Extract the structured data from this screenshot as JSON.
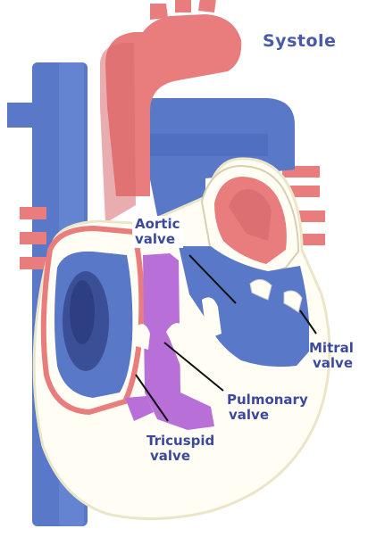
{
  "title": "Systole",
  "labels": {
    "aortic_valve": [
      "Aortic",
      "valve"
    ],
    "mitral_valve": [
      "Mitral",
      "valve"
    ],
    "pulmonary_valve": [
      "Pulmonary",
      "valve"
    ],
    "tricuspid_valve": [
      "Tricuspid",
      "valve"
    ]
  },
  "colors": {
    "oxygenated": "#e97c7c",
    "deoxygenated": "#5a78c8",
    "right_ventricle_blood": "#b86fd8",
    "heart_wall": "#fffdf4",
    "label_text": "#3b4a9a"
  }
}
